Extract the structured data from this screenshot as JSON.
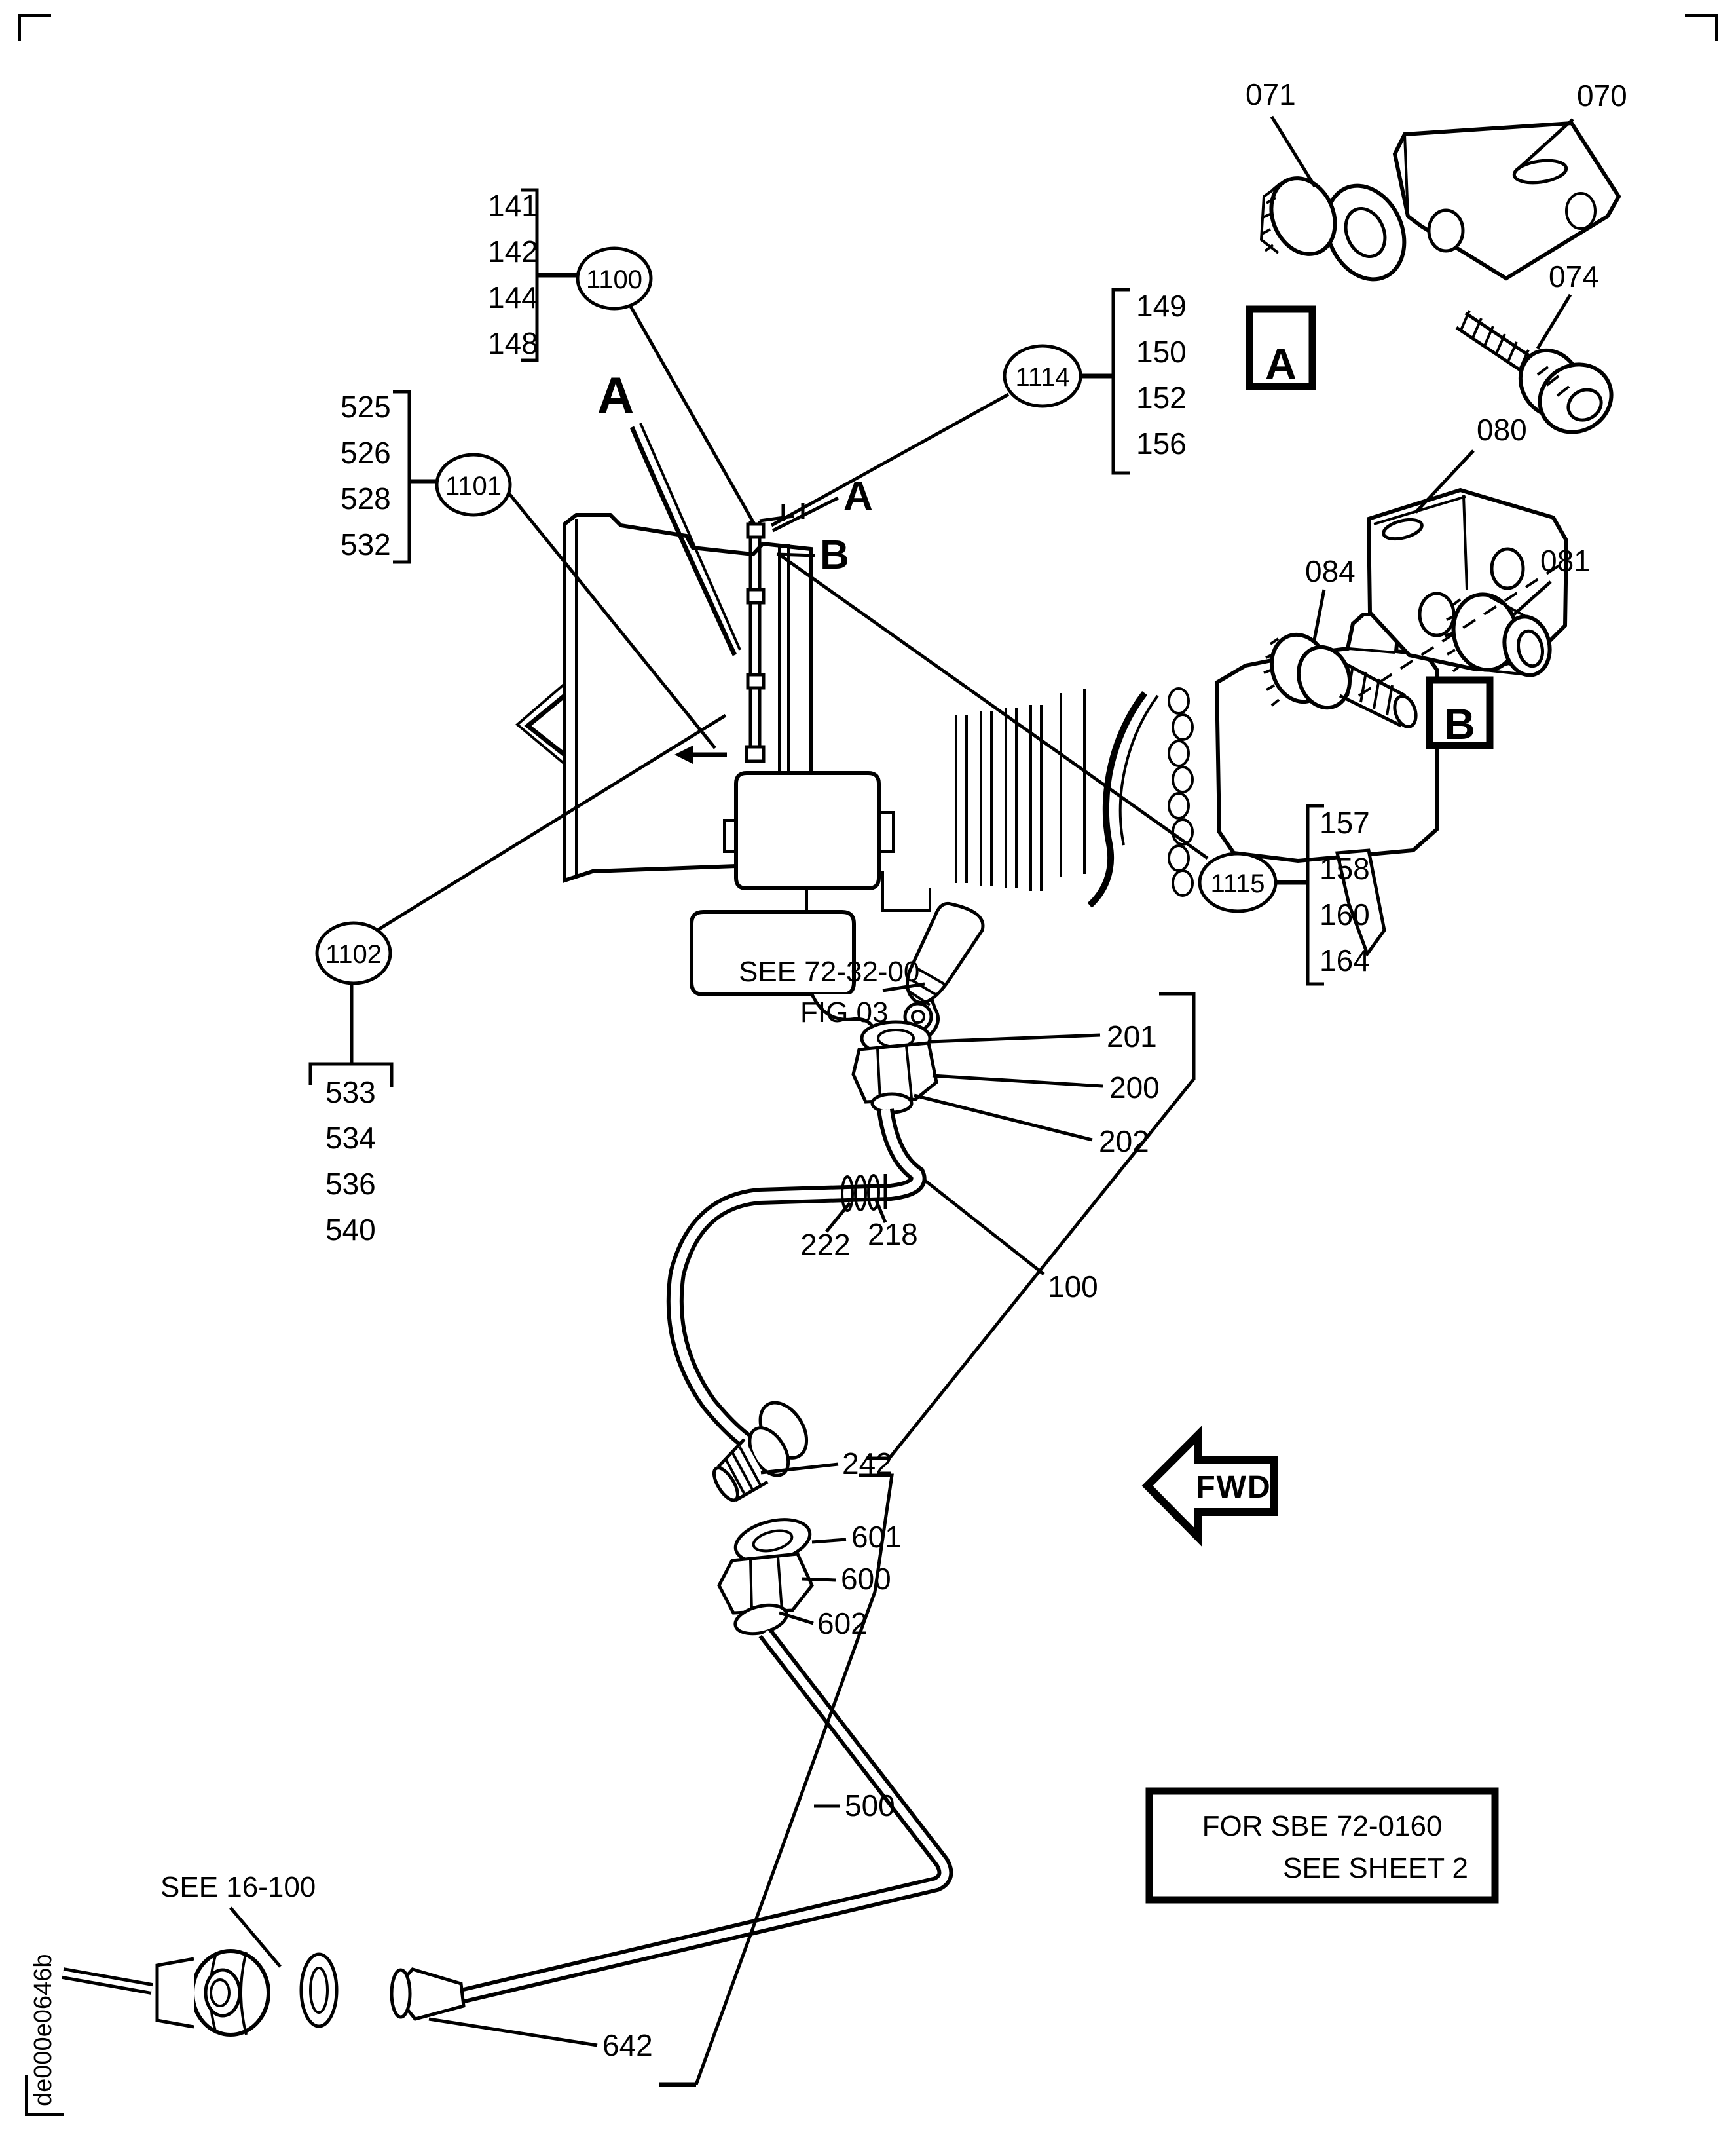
{
  "page": {
    "code": "de000e0646b"
  },
  "arrows": {
    "fwd": "FWD"
  },
  "notes": {
    "sbe_line1": "FOR SBE 72-0160",
    "sbe_line2": "SEE SHEET 2",
    "see_upper_1": "SEE 72-32-00",
    "see_upper_2": "FIG 03",
    "see_lower": "SEE 16-100"
  },
  "details": {
    "box_a": "A",
    "box_b": "B",
    "marker_a_left": "A",
    "marker_a_right": "A",
    "marker_b": "B"
  },
  "callouts": [
    {
      "id": "1100",
      "items": [
        "141",
        "142",
        "144",
        "148"
      ]
    },
    {
      "id": "1101",
      "items": [
        "525",
        "526",
        "528",
        "532"
      ]
    },
    {
      "id": "1114",
      "items": [
        "149",
        "150",
        "152",
        "156"
      ]
    },
    {
      "id": "1115",
      "items": [
        "157",
        "158",
        "160",
        "164"
      ]
    },
    {
      "id": "1102",
      "items": [
        "533",
        "534",
        "536",
        "540"
      ]
    }
  ],
  "parts": {
    "071": "071",
    "070": "070",
    "074": "074",
    "080": "080",
    "084": "084",
    "081": "081",
    "201": "201",
    "200": "200",
    "202": "202",
    "222": "222",
    "218": "218",
    "100": "100",
    "242": "242",
    "601": "601",
    "600": "600",
    "602": "602",
    "500": "500",
    "642": "642"
  }
}
